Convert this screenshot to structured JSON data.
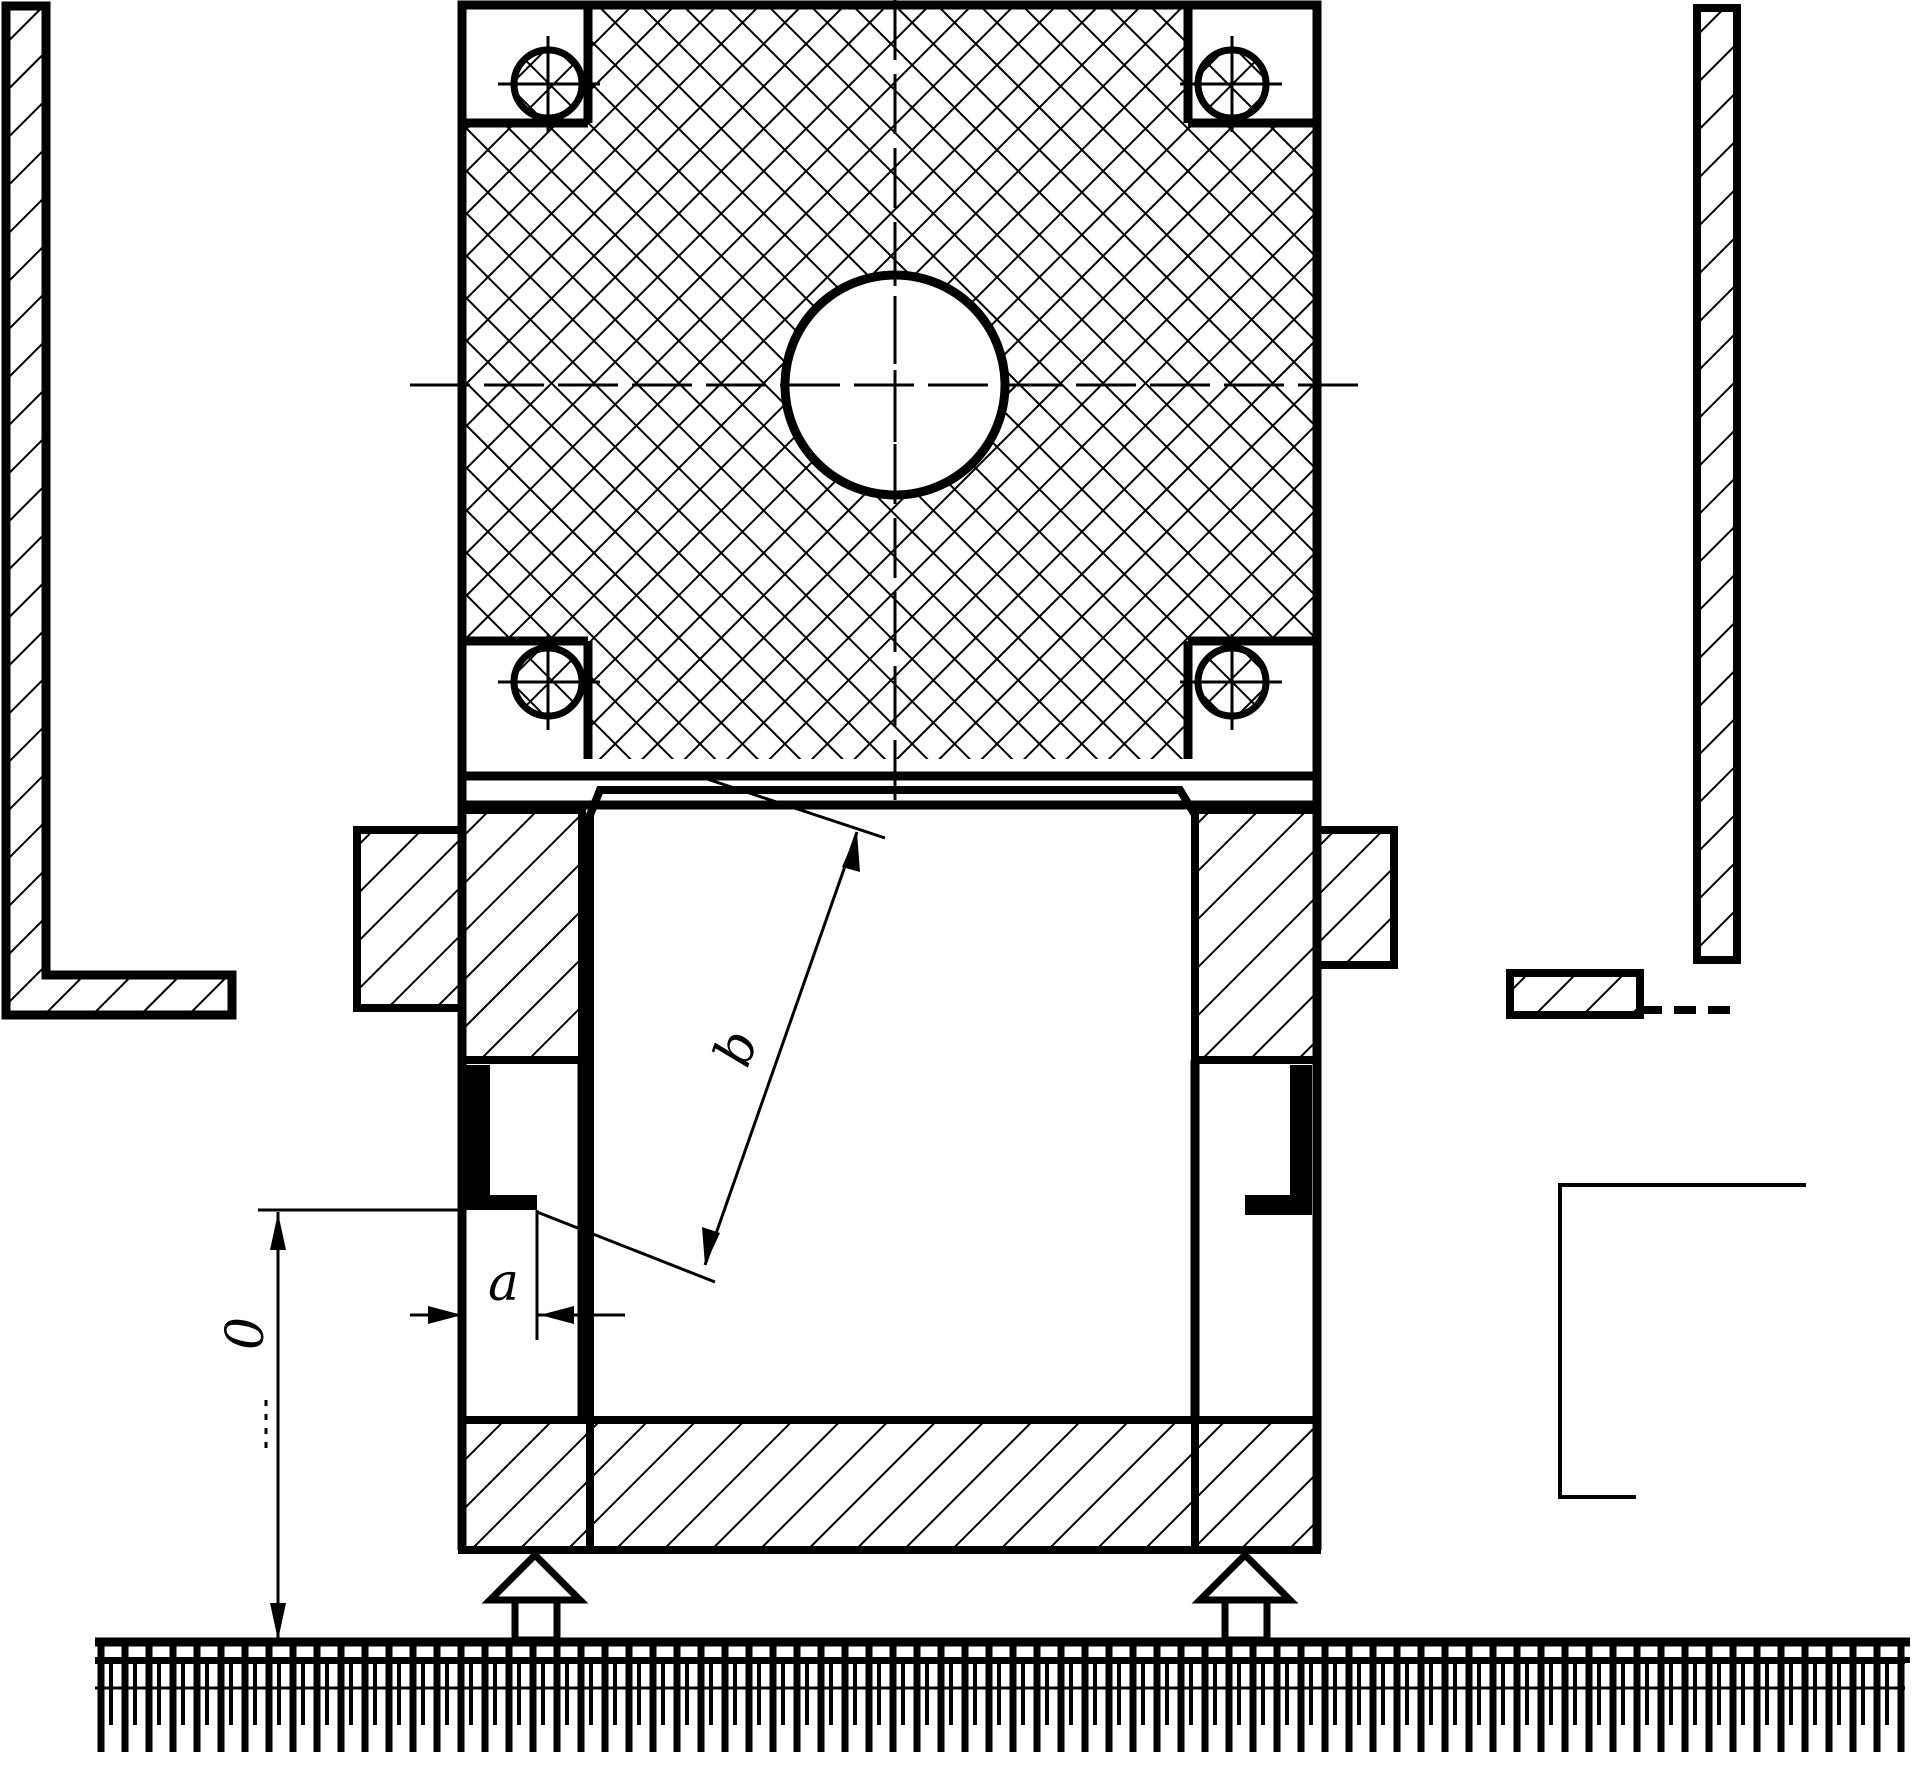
{
  "labels": {
    "dim_a": "a",
    "dim_b": "b",
    "dim_h": "0"
  },
  "colors": {
    "ink": "#000000",
    "paper": "#ffffff"
  }
}
